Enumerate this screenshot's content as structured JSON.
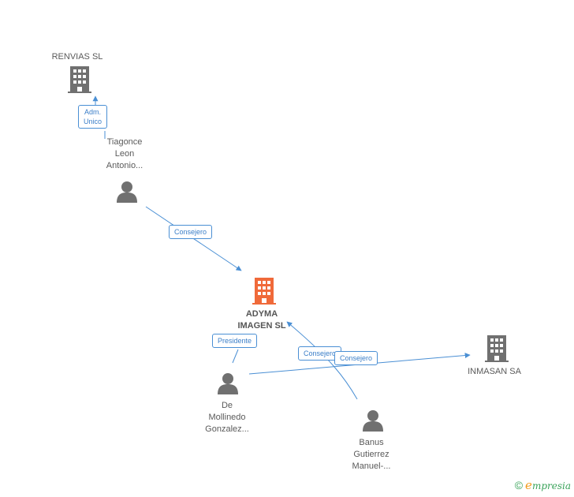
{
  "colors": {
    "edge": "#4a8fd4",
    "building": "#707070",
    "building_main": "#f06a3a",
    "person": "#707070"
  },
  "nodes": {
    "renvias": {
      "label": "RENVIAS SL",
      "icon": "building-icon"
    },
    "tiagonce": {
      "label": "Tiagonce\nLeon\nAntonio...",
      "icon": "person-icon"
    },
    "adyma": {
      "label": "ADYMA\nIMAGEN SL",
      "icon": "building-icon"
    },
    "inmasan": {
      "label": "INMASAN SA",
      "icon": "building-icon"
    },
    "demollinedo": {
      "label": "De\nMollinedo\nGonzalez...",
      "icon": "person-icon"
    },
    "banus": {
      "label": "Banus\nGutierrez\nManuel-...",
      "icon": "person-icon"
    }
  },
  "edges": {
    "adm_unico": "Adm.\nUnico",
    "consejero_1": "Consejero",
    "presidente": "Presidente",
    "consejero_2": "Consejero",
    "consejero_3": "Consejero"
  },
  "brand": {
    "symbol": "©",
    "first": "e",
    "rest": "mpresia"
  }
}
